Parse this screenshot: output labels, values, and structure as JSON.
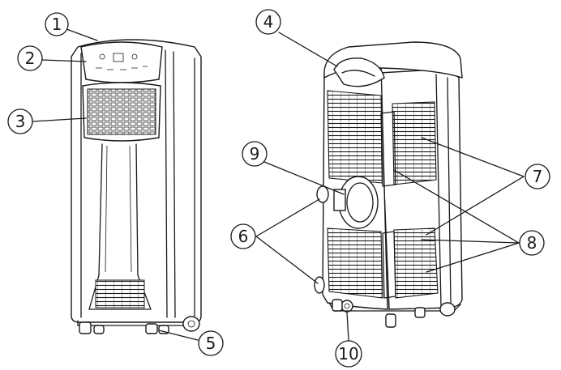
{
  "callouts": [
    {
      "label": "1"
    },
    {
      "label": "2"
    },
    {
      "label": "3"
    },
    {
      "label": "4"
    },
    {
      "label": "5"
    },
    {
      "label": "6"
    },
    {
      "label": "7"
    },
    {
      "label": "8"
    },
    {
      "label": "9"
    },
    {
      "label": "10"
    }
  ],
  "colors": {
    "line": "#1a1a1a",
    "background": "#ffffff"
  }
}
